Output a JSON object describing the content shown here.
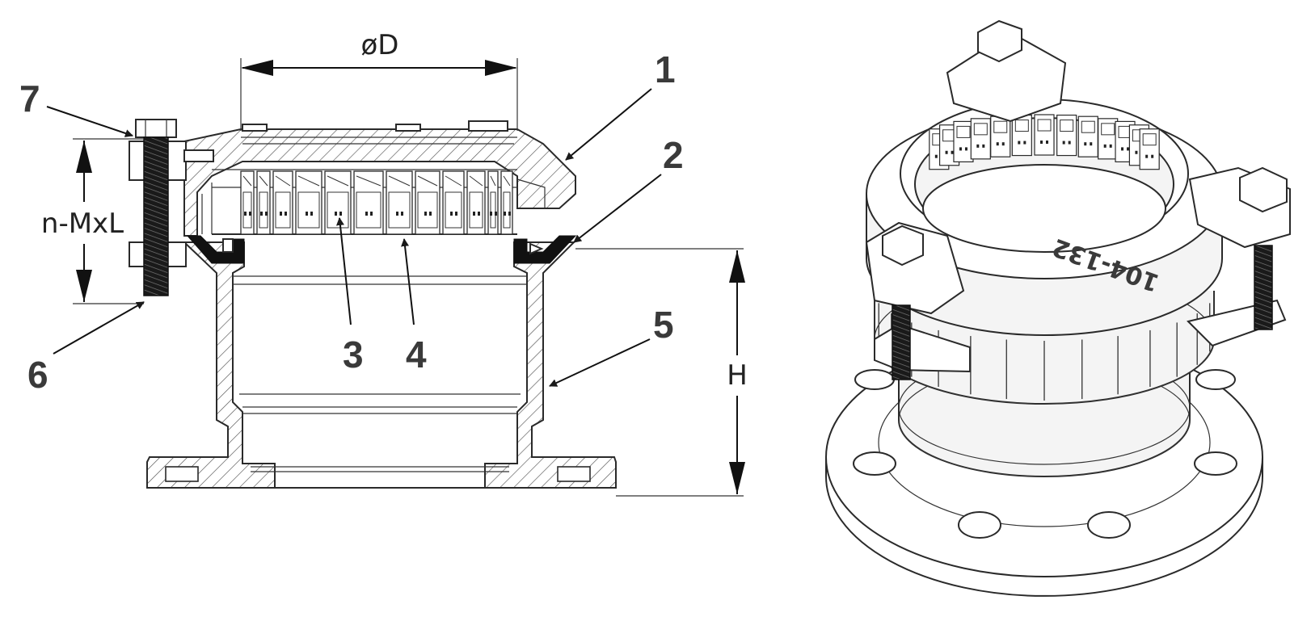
{
  "figure": {
    "callouts": [
      {
        "id": "1",
        "text": "1"
      },
      {
        "id": "2",
        "text": "2"
      },
      {
        "id": "3",
        "text": "3"
      },
      {
        "id": "4",
        "text": "4"
      },
      {
        "id": "5",
        "text": "5"
      },
      {
        "id": "6",
        "text": "6"
      },
      {
        "id": "7",
        "text": "7"
      }
    ],
    "dimensions": {
      "diameter": "øD",
      "bolt_spec": "n-MxL",
      "height": "H"
    },
    "stamp_text": "104-132",
    "colors": {
      "line": "#2a2a2a",
      "callout_text": "#3a3a3a",
      "hatch": "#555555",
      "background": "#ffffff"
    }
  }
}
